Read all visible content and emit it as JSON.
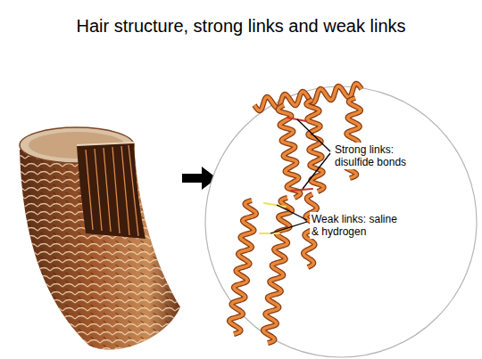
{
  "diagram": {
    "title": "Hair structure, strong links and weak links",
    "labels": [
      "Strong links: disulfide bonds",
      "Weak links: saline & hydrogen"
    ]
  }
}
